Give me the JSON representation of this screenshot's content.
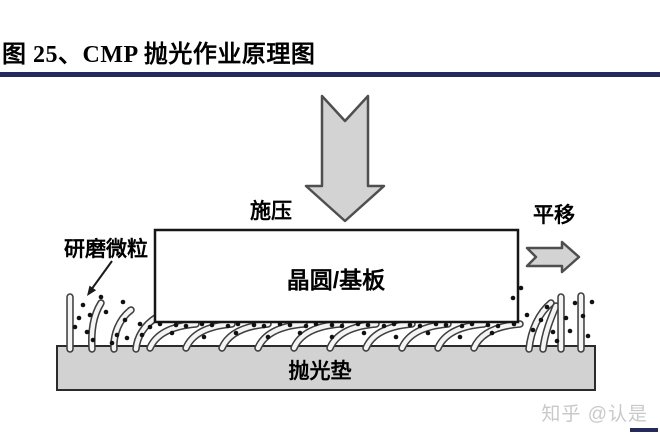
{
  "figure": {
    "title": "图 25、CMP 抛光作业原理图",
    "accent_color": "#252a5c"
  },
  "diagram": {
    "labels": {
      "pressure": "施压",
      "translation": "平移",
      "abrasive": "研磨微粒",
      "wafer": "晶圆/基板",
      "pad": "抛光垫"
    },
    "colors": {
      "arrow_fill": "#d3d3d3",
      "arrow_stroke": "#4f4f4f",
      "pad_fill": "#d2d2d2",
      "fiber_fill": "#f4f4f4",
      "fiber_stroke": "#3f3f3f",
      "particle": "#111111"
    }
  },
  "watermark": {
    "text": "知乎 @认是",
    "color": "#c9c9c9"
  }
}
